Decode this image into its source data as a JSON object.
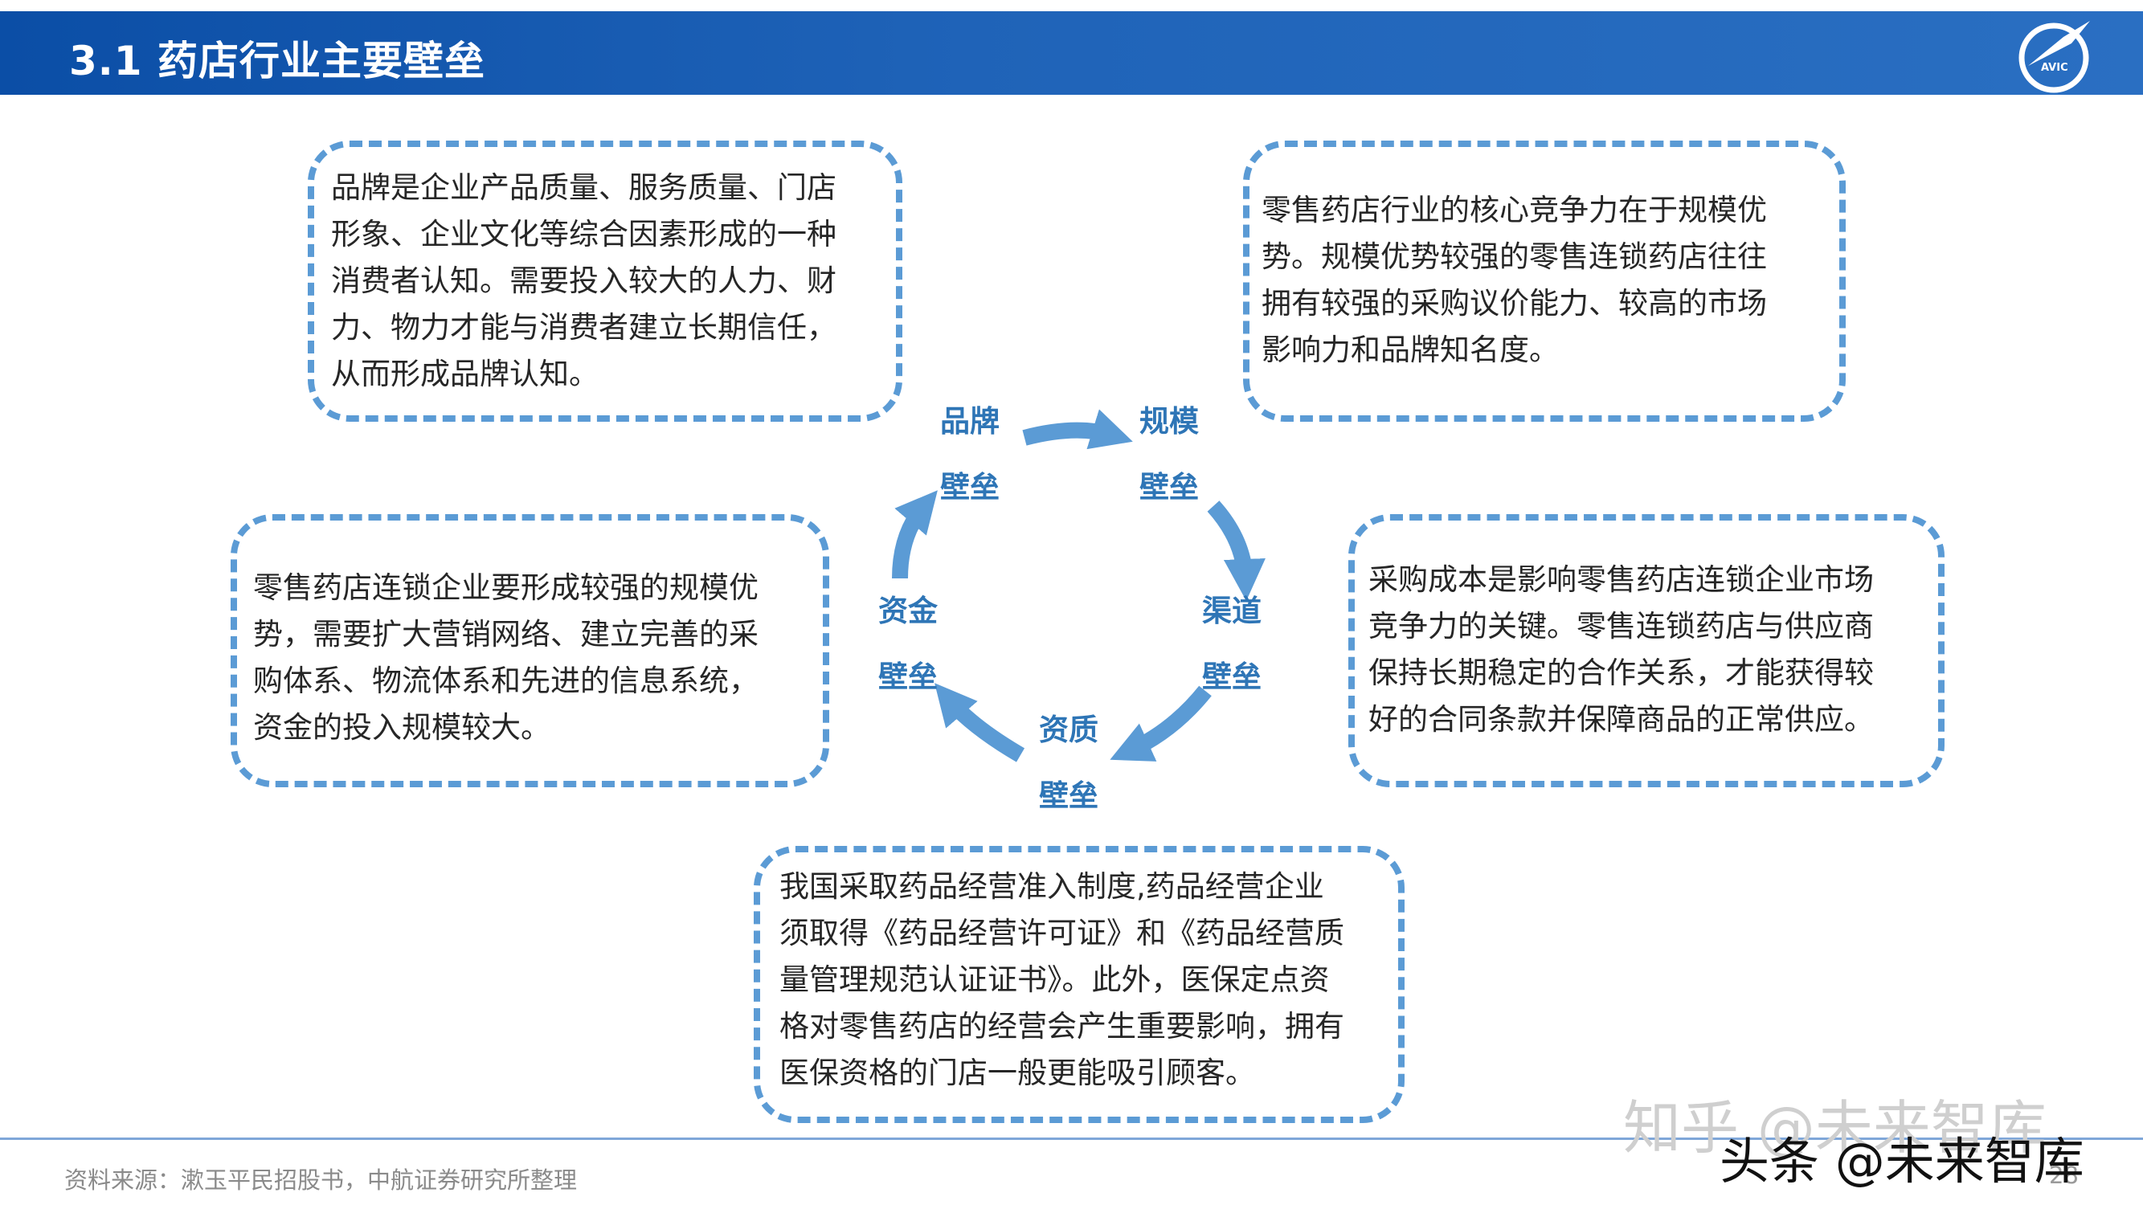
{
  "header": {
    "title": "3.1 药店行业主要壁垒",
    "logo_text": "AVIC"
  },
  "cycle": {
    "brand": [
      "品牌",
      "壁垒"
    ],
    "scale": [
      "规模",
      "壁垒"
    ],
    "channel": [
      "渠道",
      "壁垒"
    ],
    "qualification": [
      "资质",
      "壁垒"
    ],
    "capital": [
      "资金",
      "壁垒"
    ],
    "arrow_color": "#5b9bd5",
    "label_color": "#2e75b6"
  },
  "boxes": {
    "brand": [
      "品牌是企业产品质量、服务质量、门店",
      "形象、企业文化等综合因素形成的一种",
      "消费者认知。需要投入较大的人力、财",
      "力、物力才能与消费者建立长期信任，",
      "从而形成品牌认知。"
    ],
    "scale": [
      "零售药店行业的核心竞争力在于规模优",
      "势。规模优势较强的零售连锁药店往往",
      "拥有较强的采购议价能力、较高的市场",
      "影响力和品牌知名度。"
    ],
    "capital": [
      "零售药店连锁企业要形成较强的规模优",
      "势，需要扩大营销网络、建立完善的采",
      "购体系、物流体系和先进的信息系统，",
      "资金的投入规模较大。"
    ],
    "channel": [
      "采购成本是影响零售药店连锁企业市场",
      "竞争力的关键。零售连锁药店与供应商",
      "保持长期稳定的合作关系，才能获得较",
      "好的合同条款并保障商品的正常供应。"
    ],
    "qualification": [
      "我国采取药品经营准入制度,药品经营企业",
      "须取得《药品经营许可证》和《药品经营质",
      "量管理规范认证证书》。此外，医保定点资",
      "格对零售药店的经营会产生重要影响，拥有",
      "医保资格的门店一般更能吸引顾客。"
    ]
  },
  "footer": {
    "source": "资料来源：漱玉平民招股书，中航证券研究所整理",
    "page_number": "28"
  },
  "watermarks": {
    "zhihu": "知乎 @未来智库",
    "toutiao": "头条 @未来智库"
  }
}
